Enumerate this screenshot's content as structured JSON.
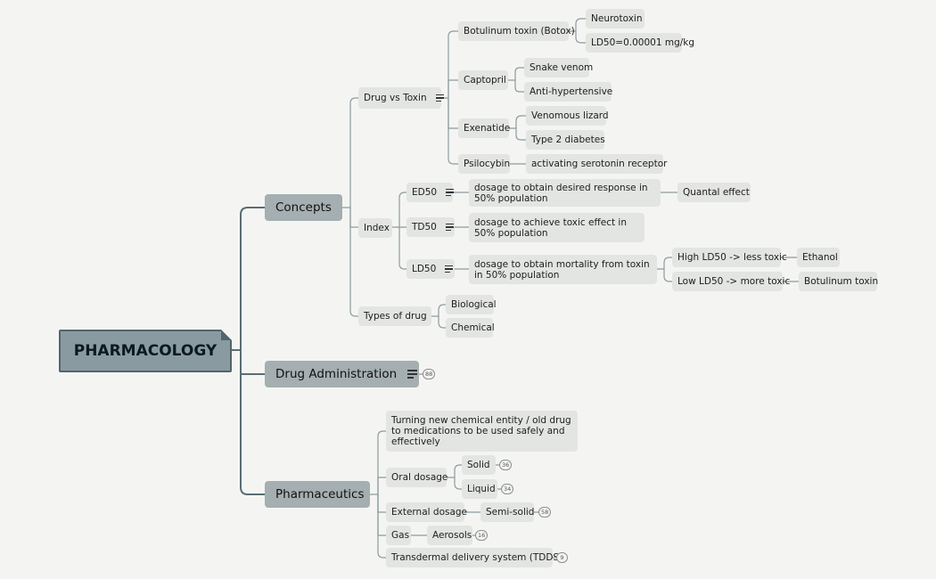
{
  "root": "PHARMACOLOGY",
  "branches": {
    "concepts": "Concepts",
    "drug_admin": "Drug Administration",
    "pharmaceutics": "Pharmaceutics"
  },
  "drug_vs_toxin": {
    "label": "Drug vs Toxin",
    "botox": "Botulinum toxin (Botox)",
    "neurotoxin": "Neurotoxin",
    "ld50_value": "LD50=0.00001 mg/kg",
    "captopril": "Captopril",
    "snake_venom": "Snake venom",
    "anti_hypertensive": "Anti-hypertensive",
    "exenatide": "Exenatide",
    "venomous_lizard": "Venomous lizard",
    "type2_diabetes": "Type 2 diabetes",
    "psilocybin": "Psilocybin",
    "serotonin": "activating serotonin receptor"
  },
  "index": {
    "label": "Index",
    "ed50": "ED50",
    "ed50_desc": "dosage to obtain desired response in 50% population",
    "quantal": "Quantal effect",
    "td50": "TD50",
    "td50_desc": "dosage to achieve toxic effect in 50% population",
    "ld50": "LD50",
    "ld50_desc": "dosage to obtain mortality from toxin in 50% population",
    "high_ld50": "High LD50 -> less toxic",
    "ethanol": "Ethanol",
    "low_ld50": "Low LD50 -> more toxic",
    "botulinum": "Botulinum toxin"
  },
  "types_of_drug": {
    "label": "Types of drug",
    "biological": "Biological",
    "chemical": "Chemical"
  },
  "drug_admin_count": "88",
  "pharmaceutics": {
    "definition": "Turning new chemical entity / old drug to medications to be used safely and effectively",
    "oral": "Oral dosage",
    "solid": "Solid",
    "solid_count": "36",
    "liquid": "Liquid",
    "liquid_count": "34",
    "external": "External dosage",
    "semi_solid": "Semi-solid",
    "semi_solid_count": "58",
    "gas": "Gas",
    "aerosols": "Aerosols",
    "aerosols_count": "16",
    "tdds": "Transdermal delivery system (TDDS)",
    "tdds_count": "9"
  },
  "colors": {
    "root_fill": "#8a9aa1",
    "root_border": "#52656c",
    "branch_fill": "#a5aeb1",
    "leaf_fill": "#e3e5e2",
    "line": "#5a6d74",
    "background": "#f4f5f3"
  }
}
